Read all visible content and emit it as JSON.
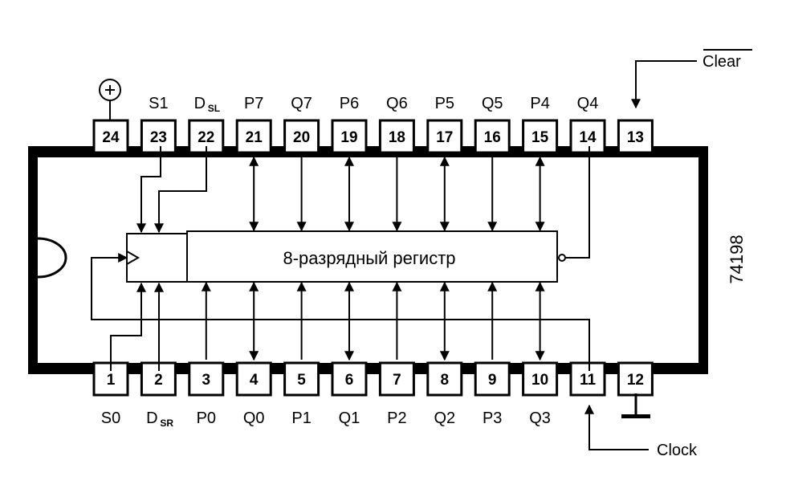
{
  "chip": {
    "part_number": "74198",
    "register_label": "8-разрядный регистр",
    "clear_label": "Clear",
    "clock_label": "Clock",
    "top_pins": [
      {
        "num": "24",
        "label": ""
      },
      {
        "num": "23",
        "label": "S1"
      },
      {
        "num": "22",
        "label": "D",
        "sub": "SL"
      },
      {
        "num": "21",
        "label": "P7"
      },
      {
        "num": "20",
        "label": "Q7"
      },
      {
        "num": "19",
        "label": "P6"
      },
      {
        "num": "18",
        "label": "Q6"
      },
      {
        "num": "17",
        "label": "P5"
      },
      {
        "num": "16",
        "label": "Q5"
      },
      {
        "num": "15",
        "label": "P4"
      },
      {
        "num": "14",
        "label": "Q4"
      },
      {
        "num": "13",
        "label": ""
      }
    ],
    "bottom_pins": [
      {
        "num": "1",
        "label": "S0"
      },
      {
        "num": "2",
        "label": "D",
        "sub": "SR"
      },
      {
        "num": "3",
        "label": "P0"
      },
      {
        "num": "4",
        "label": "Q0"
      },
      {
        "num": "5",
        "label": "P1"
      },
      {
        "num": "6",
        "label": "Q1"
      },
      {
        "num": "7",
        "label": "P2"
      },
      {
        "num": "8",
        "label": "Q2"
      },
      {
        "num": "9",
        "label": "P3"
      },
      {
        "num": "10",
        "label": "Q3"
      },
      {
        "num": "11",
        "label": ""
      },
      {
        "num": "12",
        "label": ""
      }
    ]
  }
}
